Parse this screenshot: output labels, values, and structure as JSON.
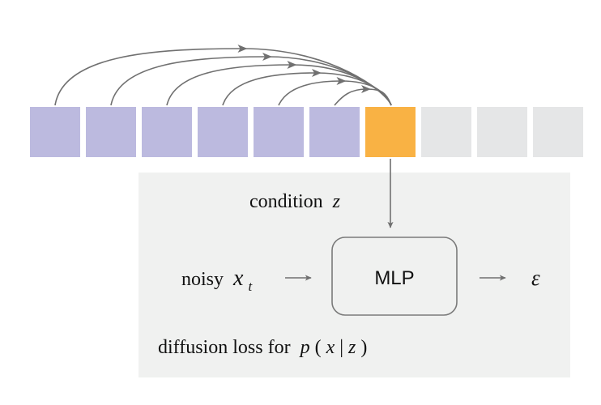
{
  "colors": {
    "prev_token": "#bcbadf",
    "current_token": "#f9b244",
    "future_token": "#e5e6e7",
    "panel_bg": "#f0f1f0",
    "arrow": "#707070",
    "mlp_border": "#7a7a7a"
  },
  "sequence": {
    "tokens": [
      {
        "state": "previous"
      },
      {
        "state": "previous"
      },
      {
        "state": "previous"
      },
      {
        "state": "previous"
      },
      {
        "state": "previous"
      },
      {
        "state": "previous"
      },
      {
        "state": "current"
      },
      {
        "state": "future"
      },
      {
        "state": "future"
      },
      {
        "state": "future"
      }
    ]
  },
  "labels": {
    "condition_text": "condition",
    "condition_var": "z",
    "noisy_text": "noisy",
    "noisy_var": "x",
    "noisy_sub": "t",
    "mlp": "MLP",
    "epsilon": "ε",
    "loss_text": "diffusion loss for",
    "loss_math_p": "p",
    "loss_math_open": "(",
    "loss_math_x": "x",
    "loss_math_bar": "|",
    "loss_math_z": "z",
    "loss_math_close": ")"
  }
}
